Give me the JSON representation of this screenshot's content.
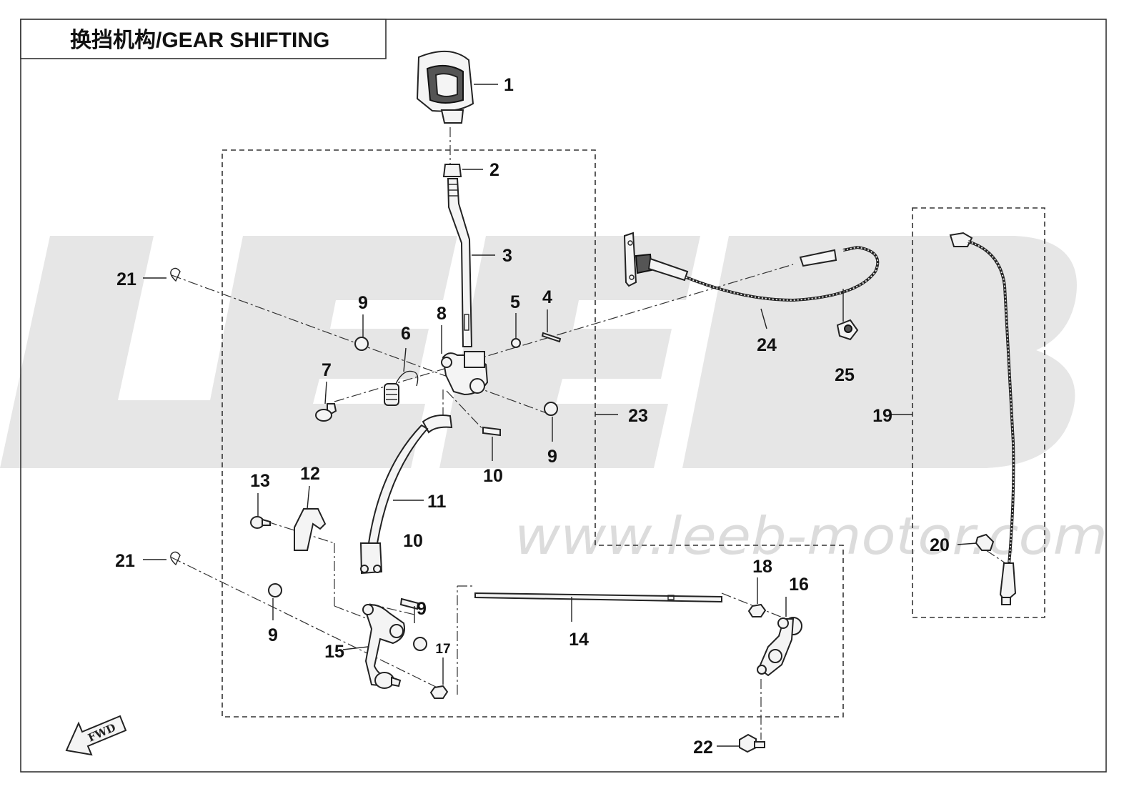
{
  "title": "换挡机构/GEAR SHIFTING",
  "watermark": {
    "brand": "LEEB",
    "url": "www.leeb-motor.com"
  },
  "fwd_label": "FWD",
  "callouts": [
    {
      "num": "1"
    },
    {
      "num": "2"
    },
    {
      "num": "3"
    },
    {
      "num": "4"
    },
    {
      "num": "5"
    },
    {
      "num": "6"
    },
    {
      "num": "7"
    },
    {
      "num": "8"
    },
    {
      "num": "9"
    },
    {
      "num": "9"
    },
    {
      "num": "9"
    },
    {
      "num": "9"
    },
    {
      "num": "10"
    },
    {
      "num": "10"
    },
    {
      "num": "11"
    },
    {
      "num": "12"
    },
    {
      "num": "13"
    },
    {
      "num": "14"
    },
    {
      "num": "15"
    },
    {
      "num": "16"
    },
    {
      "num": "17"
    },
    {
      "num": "18"
    },
    {
      "num": "19"
    },
    {
      "num": "20"
    },
    {
      "num": "21"
    },
    {
      "num": "21"
    },
    {
      "num": "22"
    },
    {
      "num": "23"
    },
    {
      "num": "24"
    },
    {
      "num": "25"
    }
  ],
  "colors": {
    "line": "#222222",
    "watermark": "#e6e6e6",
    "background": "#ffffff"
  }
}
